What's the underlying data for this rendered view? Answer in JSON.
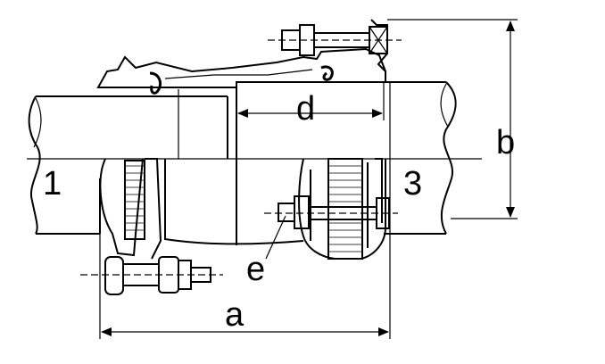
{
  "diagram": {
    "labels": {
      "part_1": "1",
      "part_3": "3",
      "dim_a": "a",
      "dim_b": "b",
      "dim_d": "d",
      "dim_e": "e"
    }
  }
}
